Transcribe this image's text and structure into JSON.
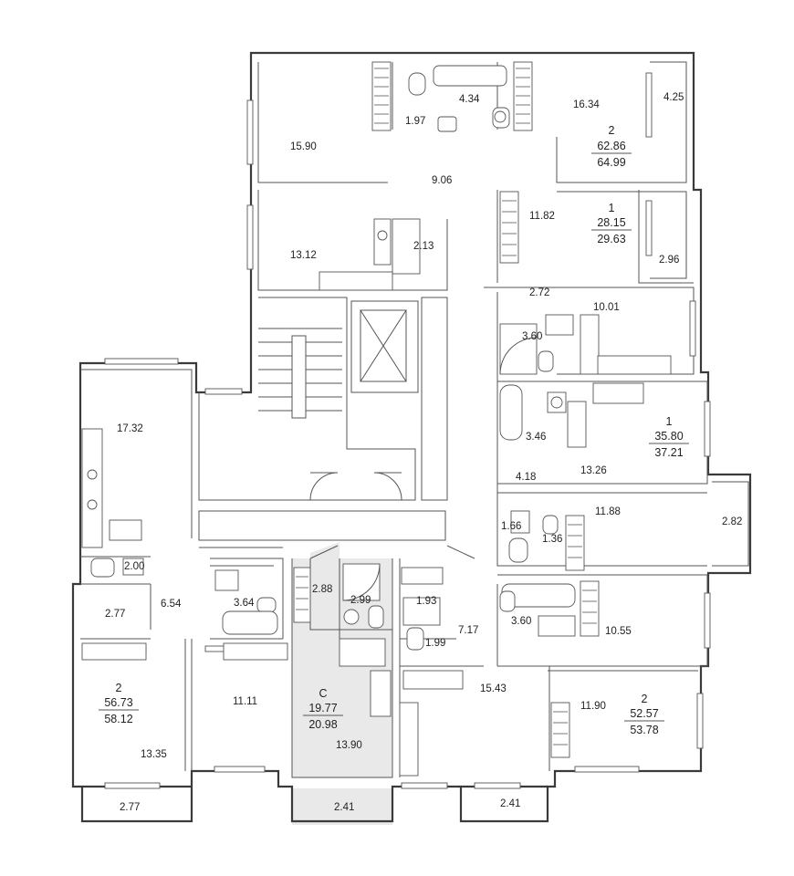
{
  "room_areas": {
    "r1": "15.90",
    "r2": "1.97",
    "r3": "4.34",
    "r4": "16.34",
    "r5": "4.25",
    "r6": "9.06",
    "r7": "13.12",
    "r8": "2.13",
    "r9": "11.82",
    "r10": "2.96",
    "r11": "2.72",
    "r12": "10.01",
    "r13": "3.60",
    "r14": "17.32",
    "r15": "3.46",
    "r16": "13.26",
    "r17": "4.18",
    "r18": "11.88",
    "r19": "2.82",
    "r20": "1.66",
    "r21": "1.36",
    "r22": "2.00",
    "r23": "6.54",
    "r24": "3.64",
    "r25": "2.88",
    "r26": "2.99",
    "r27": "1.93",
    "r28": "2.77",
    "r29": "7.17",
    "r30": "3.60",
    "r31": "10.55",
    "r32": "1.99",
    "r33": "15.43",
    "r34": "11.11",
    "r35": "11.90",
    "r36": "13.35",
    "r37": "13.90",
    "r38": "2.77",
    "r39": "2.41",
    "r40": "2.41"
  },
  "apartments": {
    "a1": {
      "rooms": "2",
      "living": "62.86",
      "total": "64.99"
    },
    "a2": {
      "rooms": "1",
      "living": "28.15",
      "total": "29.63"
    },
    "a3": {
      "rooms": "1",
      "living": "35.80",
      "total": "37.21"
    },
    "a4": {
      "rooms": "2",
      "living": "56.73",
      "total": "58.12"
    },
    "a5": {
      "rooms": "C",
      "living": "19.77",
      "total": "20.98"
    },
    "a6": {
      "rooms": "2",
      "living": "52.57",
      "total": "53.78"
    }
  },
  "colors": {
    "highlight": "#e9e9e9",
    "walls": "#3a3a3a"
  }
}
